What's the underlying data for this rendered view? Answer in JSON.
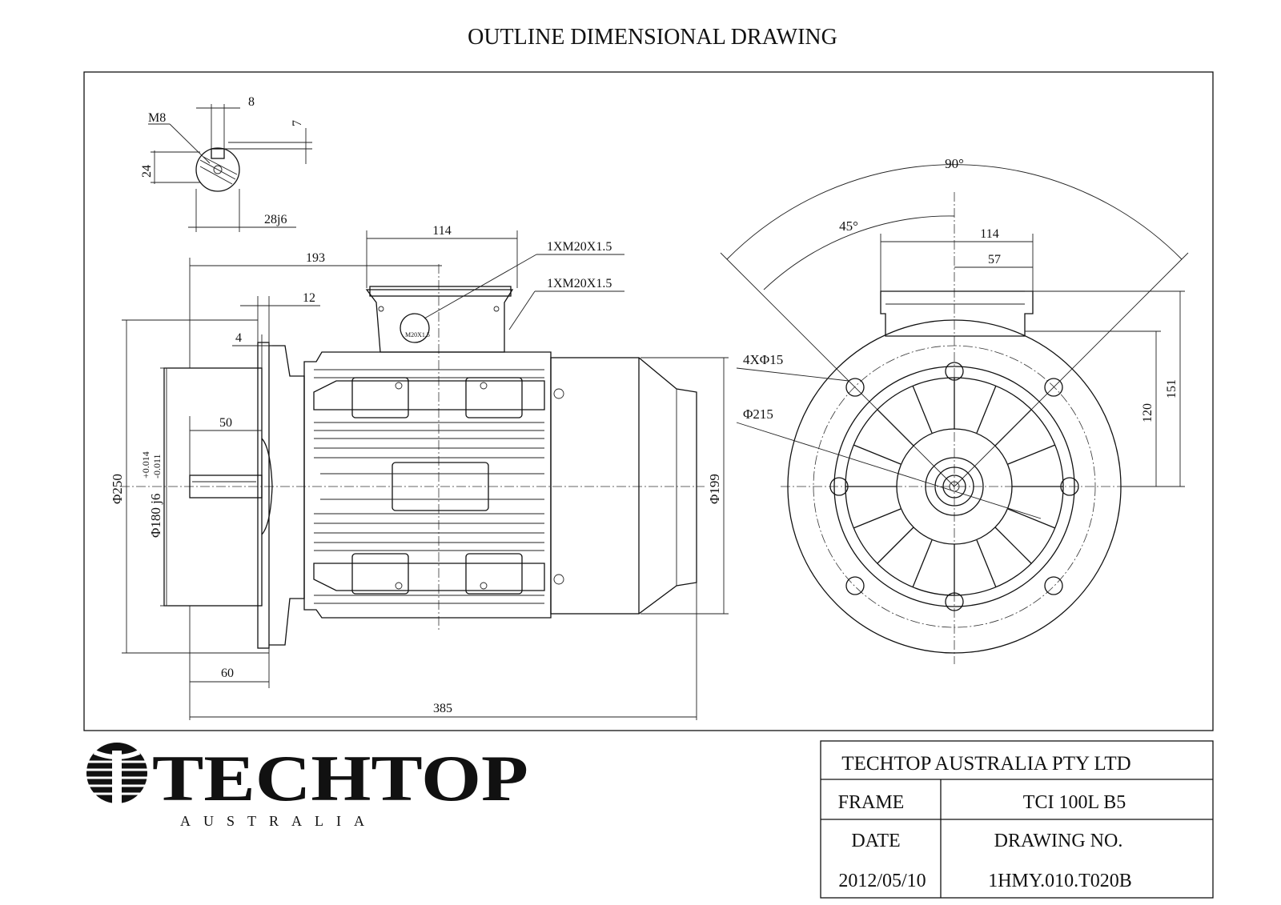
{
  "drawing": {
    "title": "OUTLINE DIMENSIONAL DRAWING"
  },
  "shaft_detail": {
    "thread": "M8",
    "key_width": "8",
    "key_depth": "7",
    "shaft_height": "24",
    "shaft_dia": "28j6"
  },
  "side_view": {
    "terminal_box_width": "114",
    "overall_to_box": "193",
    "flange_thickness": "12",
    "spigot": "4",
    "shaft_length": "50",
    "spigot_dia": "Φ180 j6",
    "spigot_tol_upper": "+0.014",
    "spigot_tol_lower": "-0.011",
    "flange_dia": "Φ250",
    "body_dia": "Φ199",
    "shaft_flange_len": "60",
    "overall_length": "385",
    "gland_top": "1XM20X1.5",
    "gland_side": "1XM20X1.5",
    "gland_marking": "M20X1.5"
  },
  "end_view": {
    "angle_total": "90°",
    "angle_half": "45°",
    "box_width": "114",
    "box_half": "57",
    "holes": "4XΦ15",
    "pcd": "Φ215",
    "height_120": "120",
    "height_151": "151"
  },
  "logo": {
    "brand": "TECHTOP",
    "sub": "AUSTRALIA"
  },
  "title_block": {
    "company": "TECHTOP AUSTRALIA PTY LTD",
    "frame_label": "FRAME",
    "frame_value": "TCI 100L B5",
    "date_label": "DATE",
    "drawing_no_label": "DRAWING NO.",
    "date_value": "2012/05/10",
    "drawing_no_value": "1HMY.010.T020B"
  }
}
